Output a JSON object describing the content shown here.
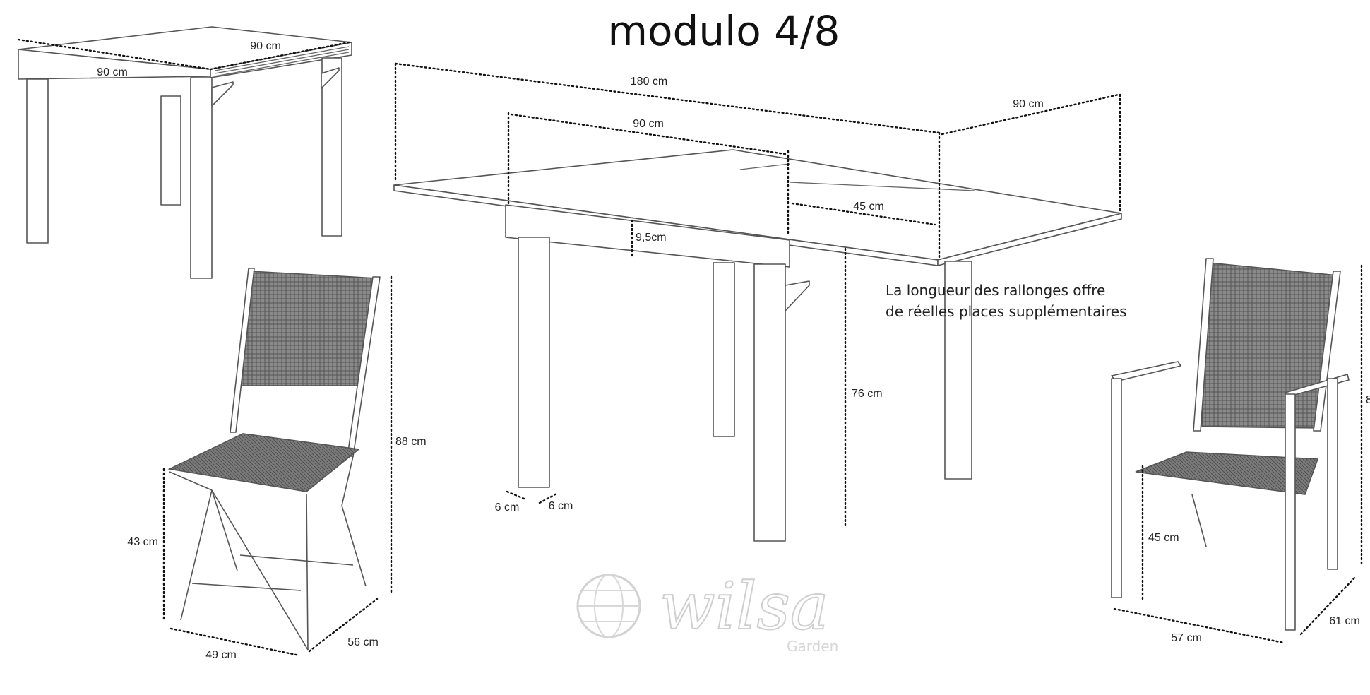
{
  "title": "modulo 4/8",
  "note": {
    "line1": "La longueur des rallonges offre",
    "line2": "de   réelles places supplémentaires"
  },
  "watermark": {
    "brand": "wilsa",
    "sub": "Garden"
  },
  "dimensions": {
    "small_table_width": "90 cm",
    "small_table_depth": "90 cm",
    "table_total_length": "180 cm",
    "table_center_width": "90 cm",
    "table_depth": "90 cm",
    "extension_length": "45 cm",
    "apron_height": "9,5cm",
    "table_height": "76 cm",
    "leg_width": "6 cm",
    "leg_depth": "6 cm",
    "chair_height": "88 cm",
    "chair_seat_height": "43 cm",
    "chair_width": "49 cm",
    "chair_depth": "56 cm",
    "armchair_height": "8",
    "armchair_seat_height": "45 cm",
    "armchair_width": "57 cm",
    "armchair_depth": "61 cm"
  }
}
